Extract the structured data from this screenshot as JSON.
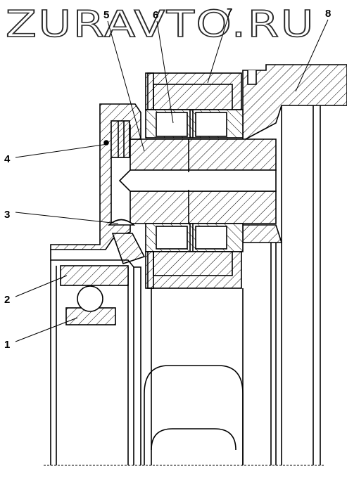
{
  "watermark": "ZURAVTO.RU",
  "callouts": [
    {
      "id": "1",
      "label": "1"
    },
    {
      "id": "2",
      "label": "2"
    },
    {
      "id": "3",
      "label": "3"
    },
    {
      "id": "4",
      "label": "4"
    },
    {
      "id": "5",
      "label": "5"
    },
    {
      "id": "6",
      "label": "6"
    },
    {
      "id": "7",
      "label": "7"
    },
    {
      "id": "8",
      "label": "8"
    }
  ],
  "colors": {
    "line": "#000000",
    "background": "#ffffff",
    "watermark_outline": "#2a2a2a"
  }
}
